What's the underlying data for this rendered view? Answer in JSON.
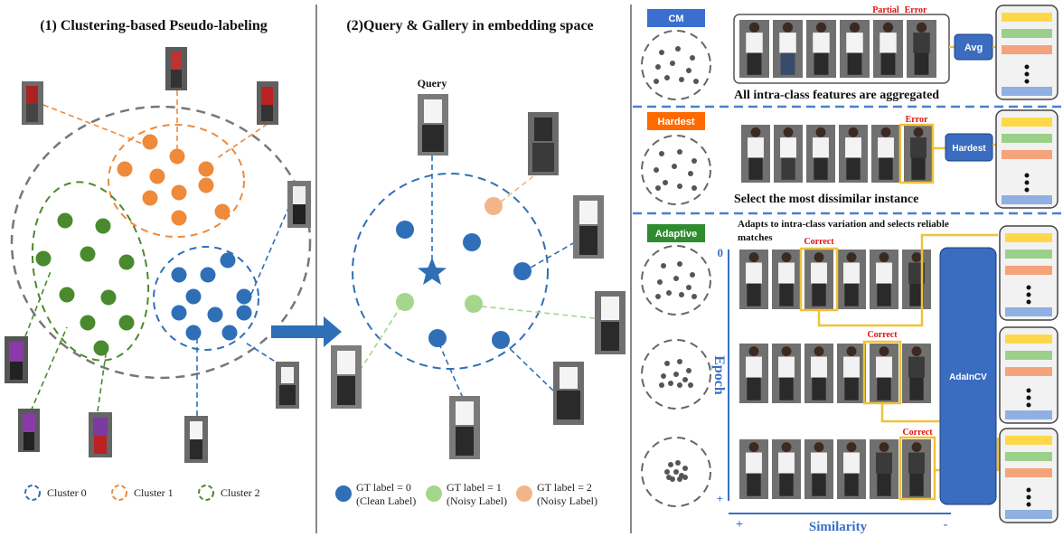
{
  "panel1": {
    "title": "(1) Clustering-based Pseudo-labeling",
    "legend": [
      {
        "label": "Cluster 0",
        "color": "#2f6fb7"
      },
      {
        "label": "Cluster 1",
        "color": "#ee8a3a"
      },
      {
        "label": "Cluster 2",
        "color": "#4a8a2e"
      }
    ]
  },
  "panel2": {
    "title": "(2)Query & Gallery in embedding space",
    "query_label": "Query",
    "legend": [
      {
        "line1": "GT label = 0",
        "line2": "(Clean Label)",
        "color": "#2f6fb7"
      },
      {
        "line1": "GT label = 1",
        "line2": "(Noisy Label)",
        "color": "#a6d68c"
      },
      {
        "line1": "GT label = 2",
        "line2": "(Noisy Label)",
        "color": "#f2b58a"
      }
    ]
  },
  "panel3": {
    "cm": {
      "tag": "CM",
      "tag_color": "#3a6fd0",
      "annot_partial": "Partial",
      "annot_error": "Error",
      "box_label": "Avg",
      "caption": "All intra-class features are aggregated"
    },
    "hardest": {
      "tag": "Hardest",
      "tag_color": "#ff6a00",
      "annot_error": "Error",
      "box_label": "Hardest",
      "caption": "Select the most dissimilar instance"
    },
    "adaptive": {
      "tag": "Adaptive",
      "tag_color": "#2e8b2e",
      "caption": "Adapts to intra-class variation and selects reliable matches",
      "annot_correct": "Correct",
      "box_label": "AdaInCV"
    },
    "axes": {
      "epoch": "Epoch",
      "similarity": "Similarity",
      "epoch_start": "0",
      "epoch_end": "+",
      "sim_start": "+",
      "sim_end": "-"
    }
  },
  "colors": {
    "blue": "#2f6fb7",
    "orange": "#ee8a3a",
    "green": "#4a8a2e",
    "light_green": "#a6d68c",
    "light_orange": "#f2b58a",
    "box_blue": "#3a6cc0",
    "yellow": "#f0c23a",
    "dashed_sep": "#4a7fd0"
  },
  "icons": {
    "query_marker": "star-icon",
    "arrow": "arrow-right-icon",
    "thumbnail": "person-photo-icon",
    "ellipsis": "vertical-dots-icon"
  }
}
